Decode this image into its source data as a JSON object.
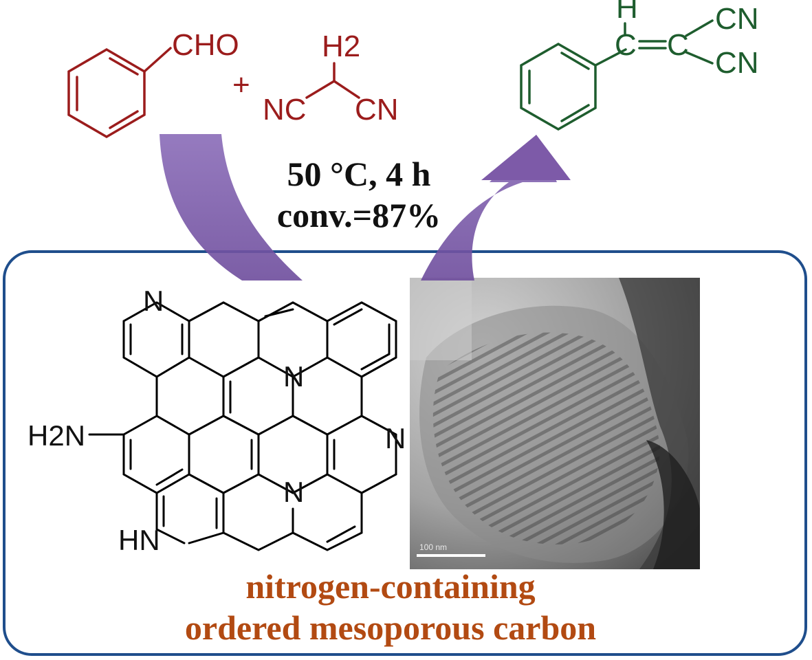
{
  "reactants": {
    "aldehyde_label": "CHO",
    "plus": "+",
    "malononitrile": {
      "h2": "H2",
      "nc": "NC",
      "cn": "CN"
    }
  },
  "product": {
    "h": "H",
    "c1": "C",
    "c2": "C",
    "cn_top": "CN",
    "cn_bottom": "CN"
  },
  "conditions": {
    "line1": "50 °C, 4 h",
    "line2": "conv.=87%"
  },
  "structure": {
    "n_top": "N",
    "n_center_top": "N",
    "n_right": "N",
    "n_center_bottom": "N",
    "h2n": "H2N",
    "hn": "HN"
  },
  "tem_image": {
    "scale_text": "100 nm"
  },
  "caption": {
    "line1": "nitrogen-containing",
    "line2": "ordered mesoporous carbon"
  },
  "colors": {
    "reactant": "#9b1c1c",
    "product": "#1e5d2e",
    "arrow": "#7d5aa8",
    "frame": "#1f4e8c",
    "caption": "#b24a12"
  }
}
